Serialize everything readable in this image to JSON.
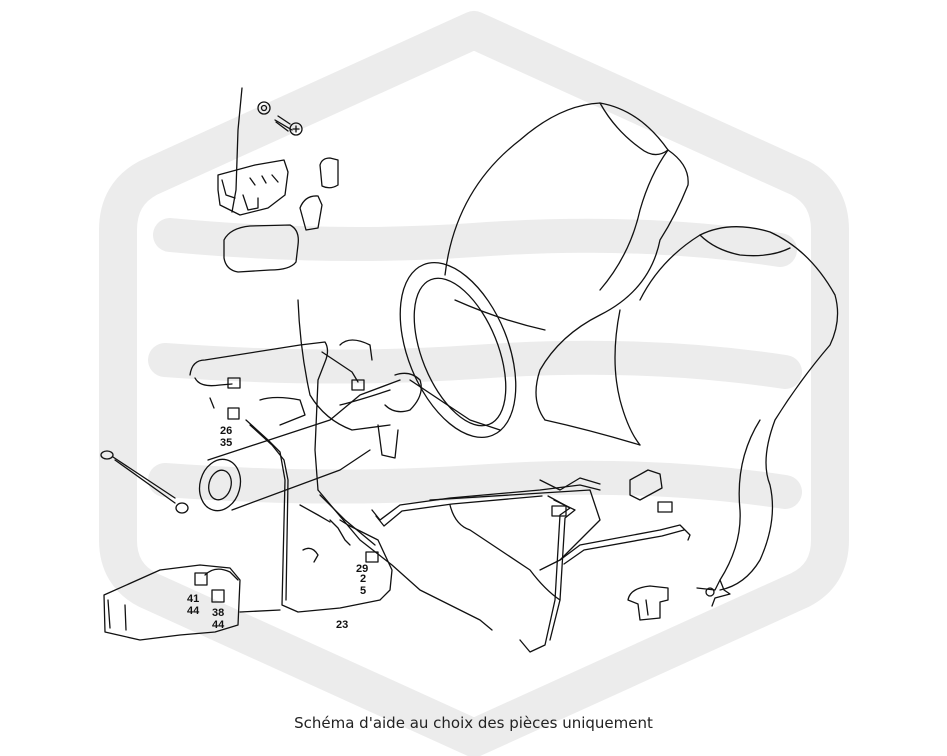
{
  "caption": "Schéma d'aide au choix des pièces uniquement",
  "callouts": {
    "c26": "26",
    "c35": "35",
    "c41": "41",
    "c44a": "44",
    "c38": "38",
    "c44b": "44",
    "c29": "29",
    "c2": "2",
    "c5": "5",
    "c23": "23"
  },
  "colors": {
    "line": "#111111",
    "watermark": "#ececec",
    "background": "#ffffff"
  }
}
